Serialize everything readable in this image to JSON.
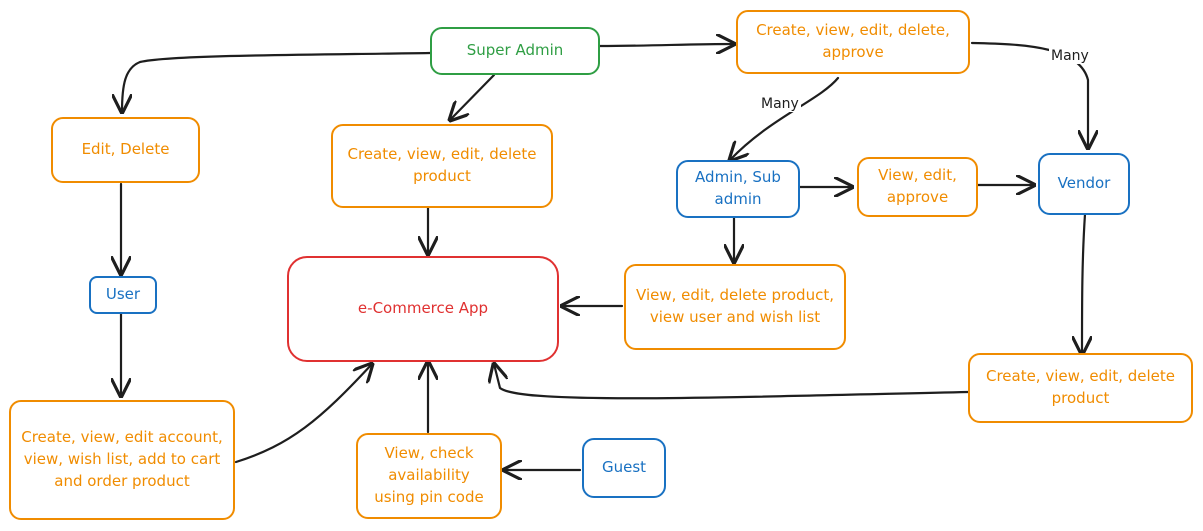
{
  "diagram": {
    "nodes": {
      "super_admin": "Super Admin",
      "sa_create_view_edit_delete_approve": "Create, view, edit, delete, approve",
      "edit_delete": "Edit, Delete",
      "sa_create_view_edit_delete_product": "Create, view, edit, delete product",
      "admin_sub_admin": "Admin, Sub admin",
      "view_edit_approve": "View, edit, approve",
      "vendor": "Vendor",
      "user": "User",
      "ecommerce_app": "e-Commerce App",
      "admin_view_edit_delete_product": "View, edit, delete product, view user and wish list",
      "user_actions": "Create, view, edit account, view, wish list, add to cart and order product",
      "guest_actions": "View, check availability using pin code",
      "guest": "Guest",
      "vendor_create_view_edit_delete_product": "Create, view, edit, delete product"
    },
    "edge_labels": {
      "many_vendor": "Many",
      "many_admin": "Many"
    },
    "colors": {
      "action": "#f08c00",
      "role": "#1971c2",
      "root": "#2f9e44",
      "app": "#e03131",
      "arrow": "#1e1e1e"
    }
  }
}
